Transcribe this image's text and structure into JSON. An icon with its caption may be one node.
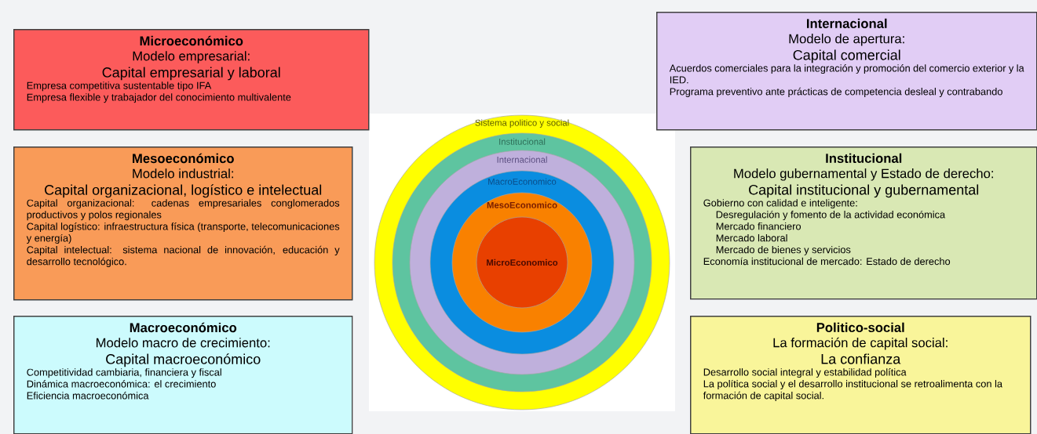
{
  "diagram": {
    "nodes": [
      {
        "text": [
          "Microeconómico",
          "Modelo empresarial:",
          "Capital empresarial y laboral",
          "Empresa competitiva sustentable tipo IFA",
          "Empresa flexible y trabajador del conocimiento multivalente"
        ]
      },
      {
        "text": [
          "Mesoeconómico",
          "Modelo industrial:",
          "Capital organizacional, logístico e intelectual",
          "Capital organizacional: cadenas empresariales conglomerados productivos y polos regionales",
          "Capital logístico: infraestructura física (transporte, telecomunicaciones y energía)",
          "Capital intelectual: sistema nacional de innovación, educación y desarrollo tecnológico."
        ]
      },
      {
        "text": [
          "Macroeconómico",
          "Modelo macro de crecimiento:",
          "Capital macroeconómico",
          "Competitividad cambiaria, financiera y fiscal",
          "Dinámica macroeconómica: el crecimiento",
          "Eficiencia macroeconómica"
        ]
      },
      {
        "text": [
          "Internacional",
          "Modelo de apertura:",
          "Capital comercial",
          "Acuerdos comerciales para la integración y promoción del comercio exterior y la IED.",
          "Programa preventivo ante prácticas de competencia desleal y contrabando"
        ]
      },
      {
        "text": [
          "Institucional",
          "Modelo gubernamental y Estado de derecho:",
          "Capital institucional y gubernamental",
          "Gobierno con calidad e inteligente:",
          "Desregulación y fomento de la actividad económica",
          "Mercado financiero",
          "Mercado laboral",
          "Mercado de bienes y servicios",
          "Economía institucional de mercado: Estado de derecho"
        ]
      },
      {
        "text": [
          "Politico-social",
          "La formación de capital social:",
          "La confianza",
          "Desarrollo social integral y estabilidad política",
          "La política social y el desarrollo institucional se retroalimenta con la formación de capital social."
        ]
      },
      {
        "text": [
          "Sistema politico y social"
        ]
      },
      {
        "text": [
          "Institucional"
        ],
        "in": 6
      },
      {
        "text": [
          "Internacional"
        ],
        "in": 7
      },
      {
        "text": [
          "MacroEconomico"
        ],
        "in": 8
      },
      {
        "text": [
          "MesoEconomico"
        ],
        "in": 9
      },
      {
        "text": [
          "MicroEconomico"
        ],
        "in": 10
      }
    ]
  }
}
